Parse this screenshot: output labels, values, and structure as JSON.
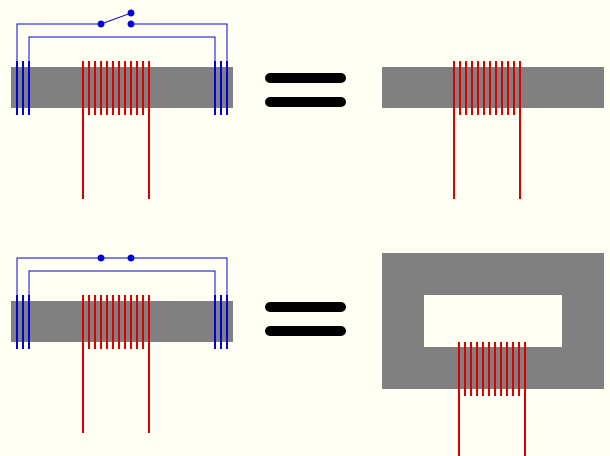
{
  "colors": {
    "background": "#fffff4",
    "core": "#808080",
    "primary_coil": "#dd0000",
    "secondary_coil": "#0000dd",
    "equals": "#000000"
  },
  "coil": {
    "turns": 12
  },
  "panels": [
    {
      "name": "open-switch-bar-core",
      "switch": "open"
    },
    {
      "name": "bar-core-equivalent"
    },
    {
      "name": "closed-switch-bar-core",
      "switch": "closed"
    },
    {
      "name": "closed-loop-core-equivalent"
    }
  ]
}
